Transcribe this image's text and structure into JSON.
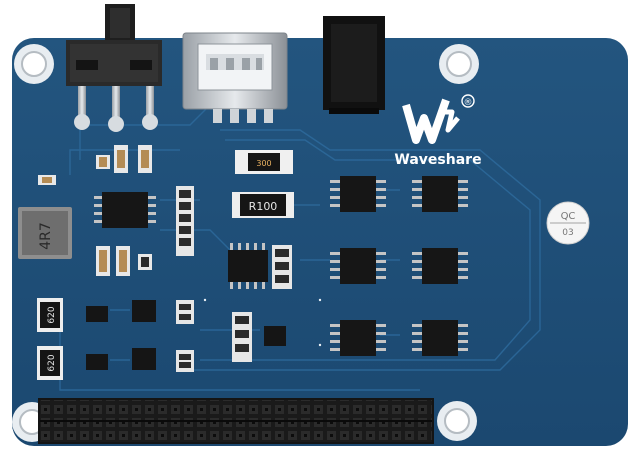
{
  "image": {
    "description_labels": {
      "brand_name": "Waveshare",
      "registered_mark": "®",
      "resistor_r100": "R100",
      "inductor_4r7": "4R7",
      "resistor_620_top": "620",
      "resistor_620_bottom": "620",
      "qc_label_line1": "QC",
      "qc_label_line2": "03",
      "tiny_resistor_code": "300"
    }
  },
  "colors": {
    "pcb_blue": "#1f4f7a",
    "pcb_blue_dark": "#173f63",
    "trace_blue": "#2a6596",
    "silk_white": "#e9f0f6",
    "pad_silver": "#c8c8c8",
    "chip_black": "#151515",
    "header_black": "#1b1b1b",
    "component_tan": "#b8905a"
  }
}
